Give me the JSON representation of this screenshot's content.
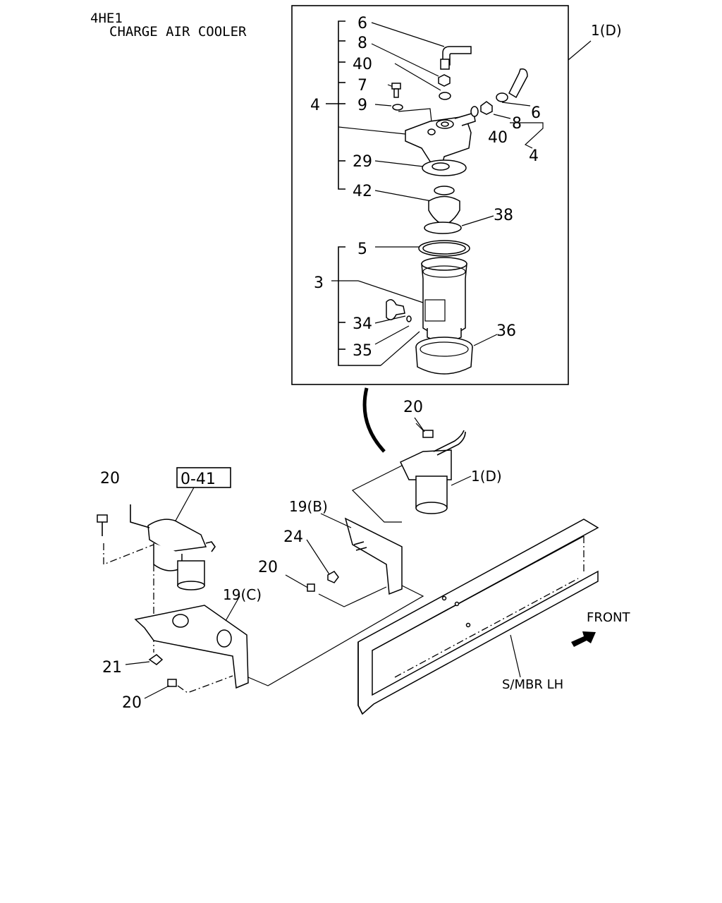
{
  "header": {
    "model": "4HE1",
    "title": "CHARGE AIR COOLER"
  },
  "ref_box": "0-41",
  "direction": {
    "front": "FRONT",
    "member": "S/MBR LH"
  },
  "callouts": {
    "c6a": "6",
    "c8a": "8",
    "c40a": "40",
    "c7": "7",
    "c9": "9",
    "c4a": "4",
    "c29": "29",
    "c42": "42",
    "c38": "38",
    "c5": "5",
    "c3": "3",
    "c34": "34",
    "c35": "35",
    "c36": "36",
    "c6b": "6",
    "c8b": "8",
    "c40b": "40",
    "c4b": "4",
    "c1d_top": "1(D)",
    "c1d_mid": "1(D)",
    "c20_top": "20",
    "c20_left": "20",
    "c20_mid": "20",
    "c20_bottom": "20",
    "c19b": "19(B)",
    "c19c": "19(C)",
    "c24": "24",
    "c21": "21"
  }
}
